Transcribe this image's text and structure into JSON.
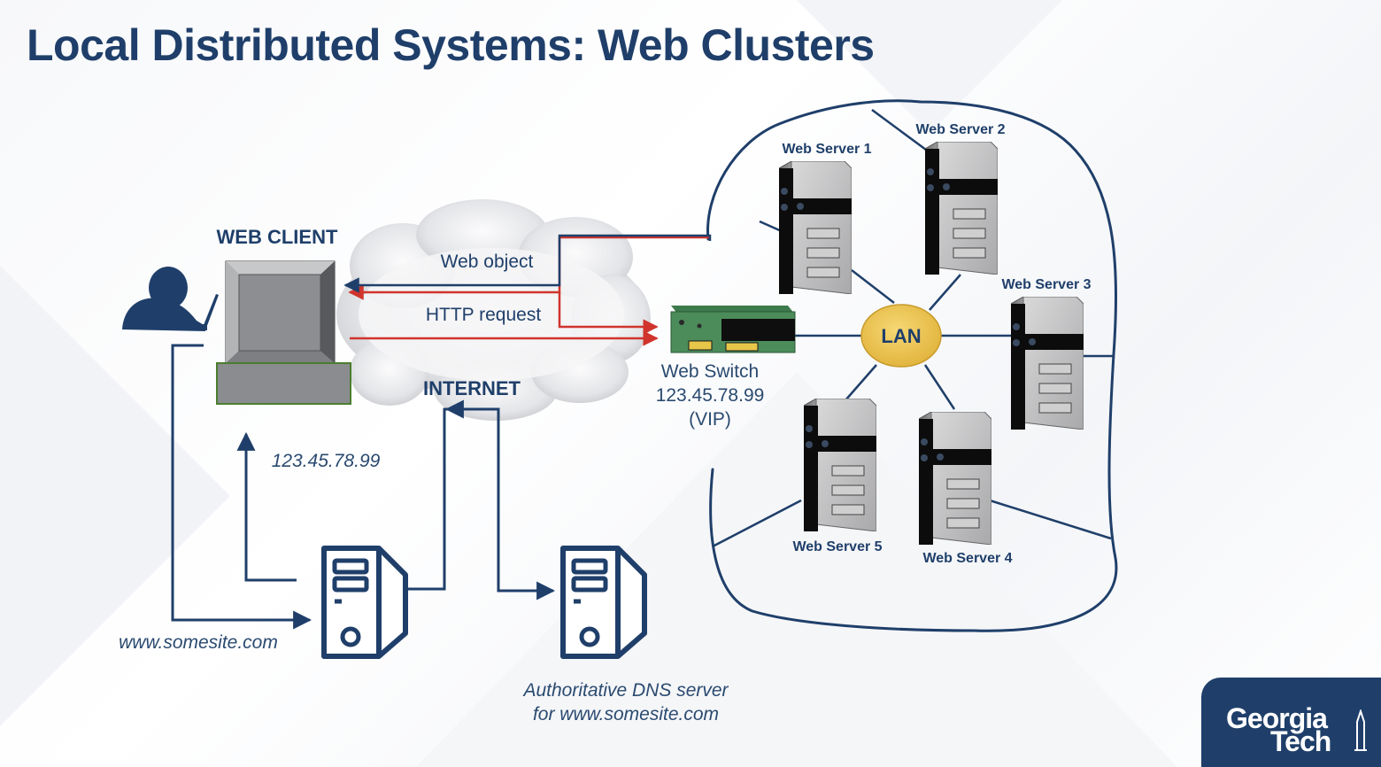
{
  "title": "Local Distributed Systems: Web Clusters",
  "labels": {
    "web_client": "WEB CLIENT",
    "web_object": "Web object",
    "http_request": "HTTP request",
    "internet": "INTERNET",
    "web_switch": "Web Switch",
    "switch_ip": "123.45.78.99",
    "switch_vip": "(VIP)",
    "lan": "LAN",
    "client_ip": "123.45.78.99",
    "domain": "www.somesite.com",
    "dns_line1": "Authoritative DNS server",
    "dns_line2": "for www.somesite.com"
  },
  "servers": [
    "Web Server 1",
    "Web Server 2",
    "Web Server 3",
    "Web Server 4",
    "Web Server 5"
  ],
  "logo": {
    "line1": "Georgia",
    "line2": "Tech"
  },
  "colors": {
    "navy": "#1f3f6a",
    "request_arrow": "#d0342c",
    "lan_node": "#eac24a",
    "switch_green": "#4c8b5a"
  }
}
